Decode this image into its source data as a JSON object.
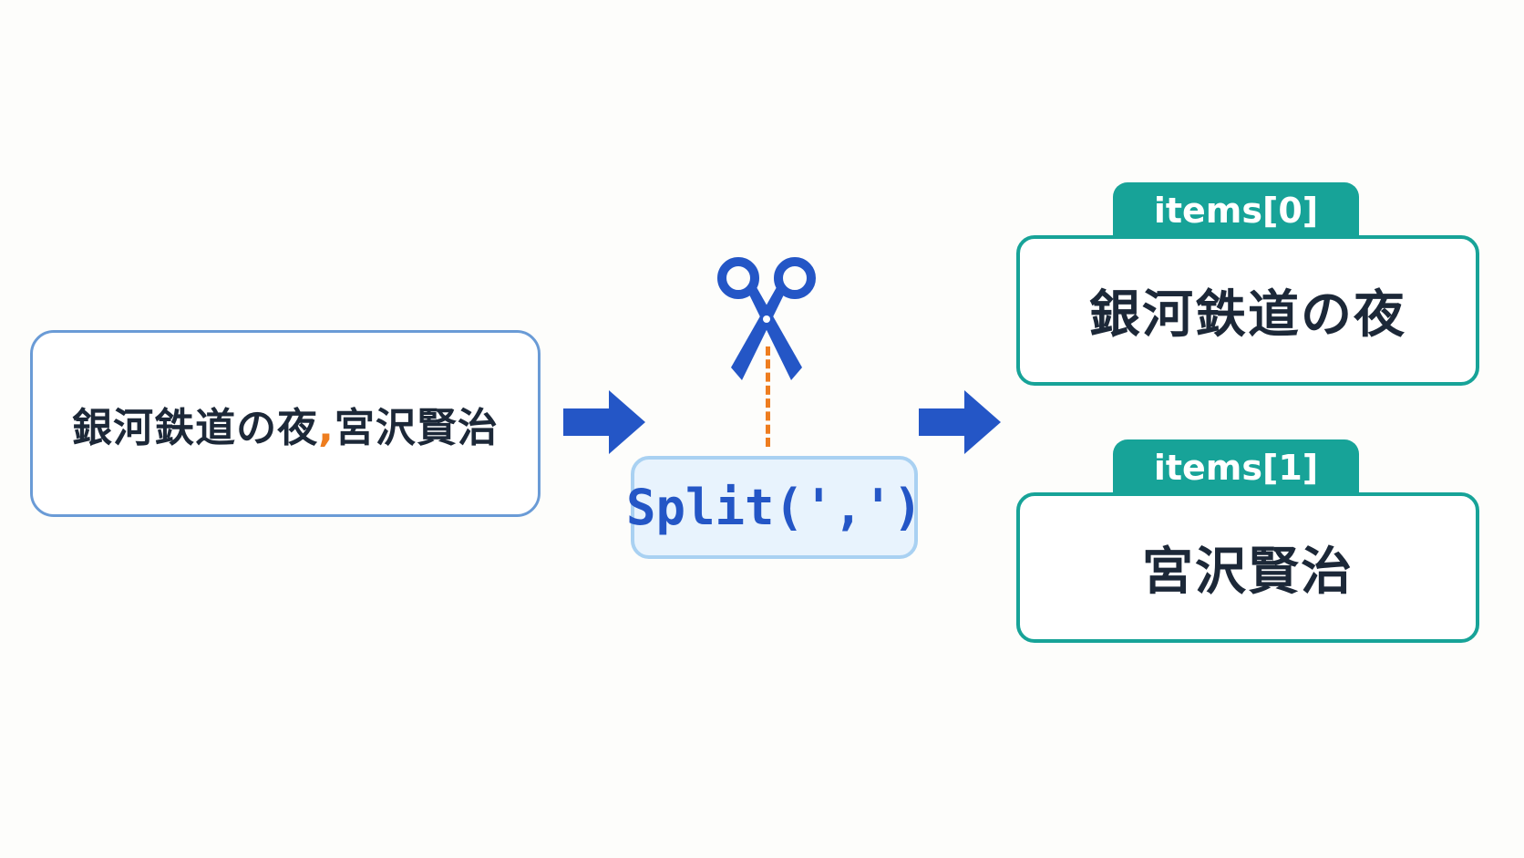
{
  "input": {
    "part1": "銀河鉄道の夜",
    "separator": ",",
    "part2": "宮沢賢治"
  },
  "operation": {
    "label": "Split(',')"
  },
  "outputs": [
    {
      "tab": "items[0]",
      "value": "銀河鉄道の夜"
    },
    {
      "tab": "items[1]",
      "value": "宮沢賢治"
    }
  ],
  "colors": {
    "input_border": "#6a9bd6",
    "separator": "#ee7d1f",
    "arrow": "#2456c6",
    "split_fill": "#e8f3fd",
    "split_border": "#a9d1f2",
    "output_accent": "#17a398"
  },
  "icons": {
    "operation_icon": "scissors-icon",
    "flow_icon": "arrow-right-icon"
  }
}
